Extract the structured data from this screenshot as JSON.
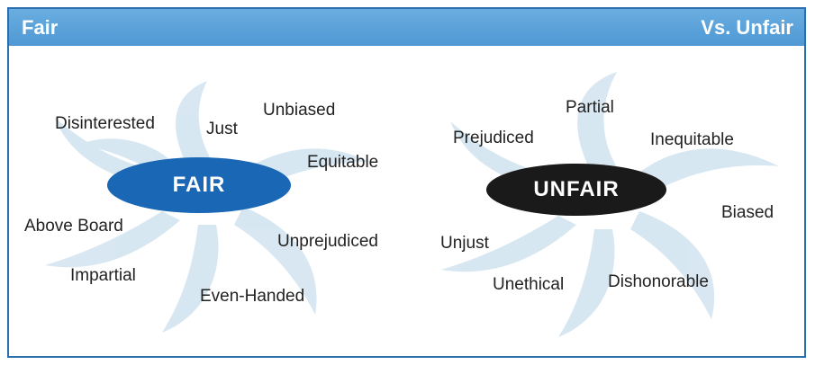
{
  "header": {
    "left_title": "Fair",
    "right_title": "Vs. Unfair",
    "color": "#5aa3da"
  },
  "fair": {
    "label": "FAIR",
    "color": "#1967b5",
    "words": [
      "Disinterested",
      "Just",
      "Unbiased",
      "Equitable",
      "Above Board",
      "Unprejudiced",
      "Impartial",
      "Even-Handed"
    ]
  },
  "unfair": {
    "label": "UNFAIR",
    "color": "#1a1a1a",
    "words": [
      "Partial",
      "Prejudiced",
      "Inequitable",
      "Biased",
      "Unjust",
      "Unethical",
      "Dishonorable"
    ]
  },
  "decoration": {
    "swirl_color": "#b8d4e6",
    "border_color": "#2a6fae"
  }
}
